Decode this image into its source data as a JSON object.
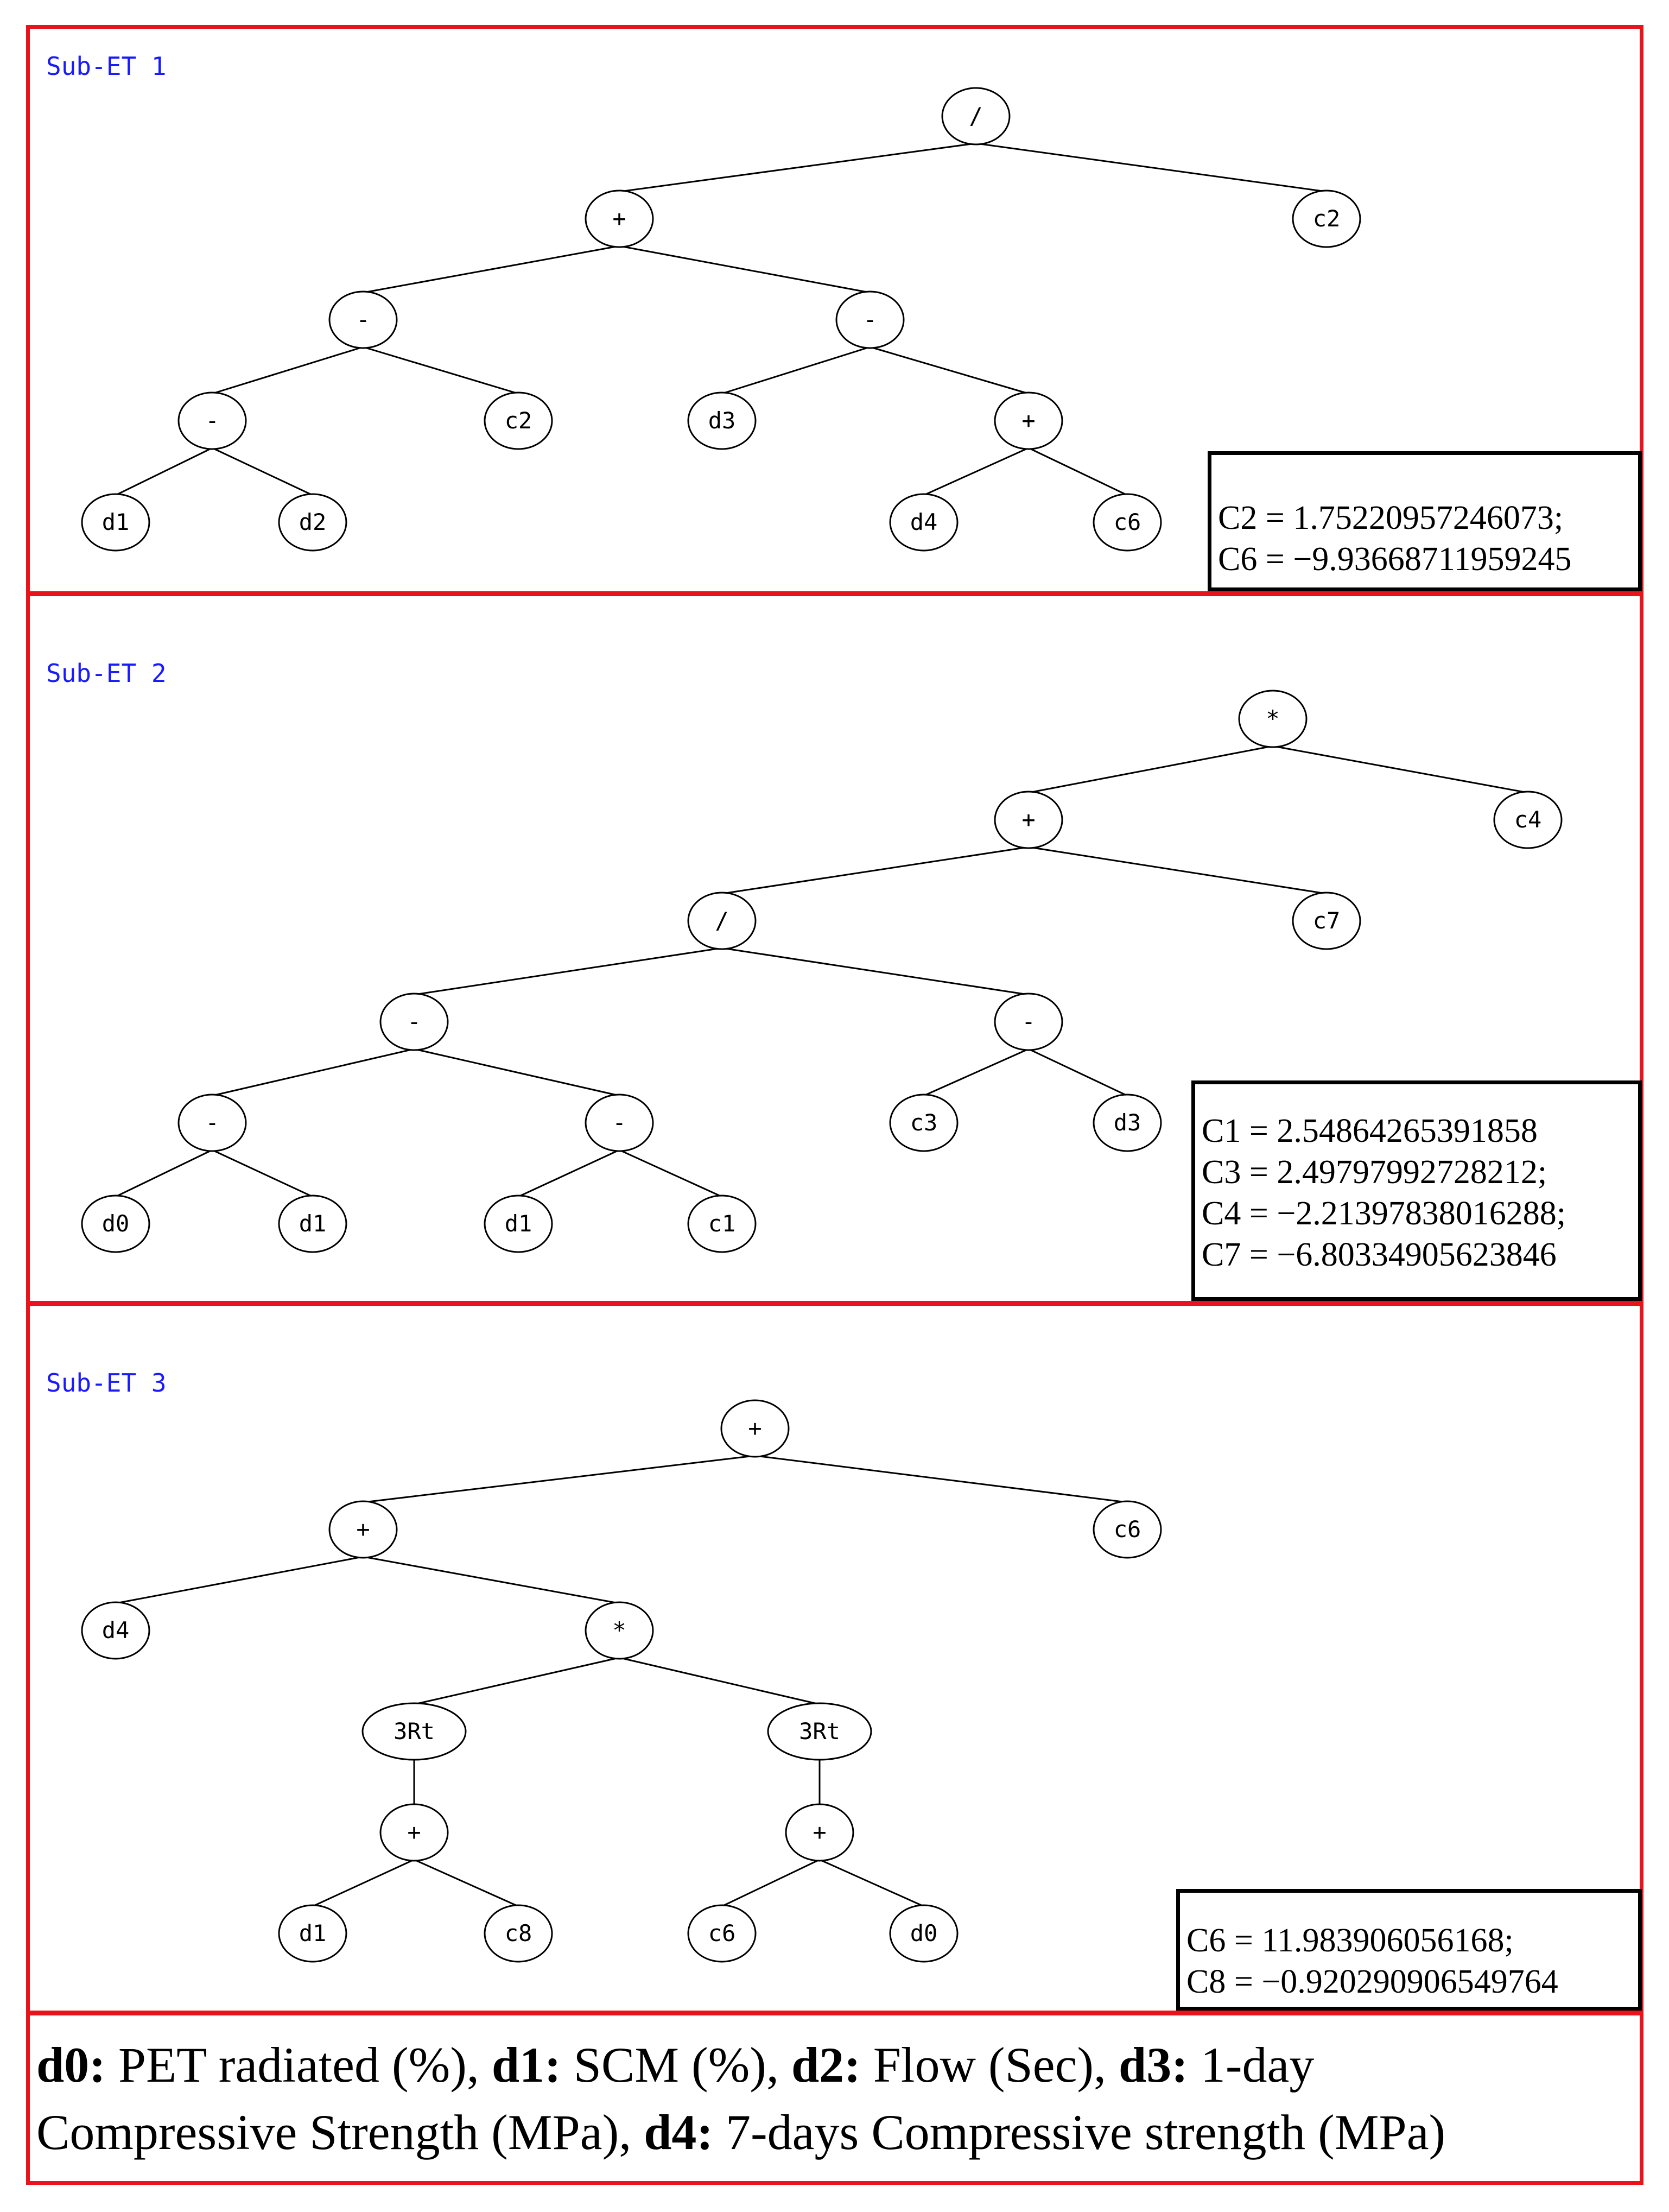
{
  "panels": [
    {
      "label": "Sub-ET 1",
      "constants": [
        "C2 = 1.75220957246073;",
        "C6 = −9.93668711959245"
      ],
      "nodes": [
        {
          "id": "n1",
          "label": "/"
        },
        {
          "id": "n2",
          "label": "+"
        },
        {
          "id": "n3",
          "label": "c2"
        },
        {
          "id": "n4",
          "label": "-"
        },
        {
          "id": "n5",
          "label": "-"
        },
        {
          "id": "n6",
          "label": "-"
        },
        {
          "id": "n7",
          "label": "c2"
        },
        {
          "id": "n8",
          "label": "d3"
        },
        {
          "id": "n9",
          "label": "+"
        },
        {
          "id": "n10",
          "label": "d1"
        },
        {
          "id": "n11",
          "label": "d2"
        },
        {
          "id": "n12",
          "label": "d4"
        },
        {
          "id": "n13",
          "label": "c6"
        }
      ],
      "edges": [
        [
          "n1",
          "n2"
        ],
        [
          "n1",
          "n3"
        ],
        [
          "n2",
          "n4"
        ],
        [
          "n2",
          "n5"
        ],
        [
          "n4",
          "n6"
        ],
        [
          "n4",
          "n7"
        ],
        [
          "n5",
          "n8"
        ],
        [
          "n5",
          "n9"
        ],
        [
          "n6",
          "n10"
        ],
        [
          "n6",
          "n11"
        ],
        [
          "n9",
          "n12"
        ],
        [
          "n9",
          "n13"
        ]
      ]
    },
    {
      "label": "Sub-ET 2",
      "constants": [
        "C1 = 2.54864265391858",
        "C3 = 2.49797992728212;",
        "C4 = −2.21397838016288;",
        "C7 = −6.80334905623846"
      ],
      "nodes": [
        {
          "id": "n1",
          "label": "*"
        },
        {
          "id": "n2",
          "label": "+"
        },
        {
          "id": "n3",
          "label": "c4"
        },
        {
          "id": "n4",
          "label": "/"
        },
        {
          "id": "n5",
          "label": "c7"
        },
        {
          "id": "n6",
          "label": "-"
        },
        {
          "id": "n7",
          "label": "-"
        },
        {
          "id": "n8",
          "label": "-"
        },
        {
          "id": "n9",
          "label": "-"
        },
        {
          "id": "n10",
          "label": "c3"
        },
        {
          "id": "n11",
          "label": "d3"
        },
        {
          "id": "n12",
          "label": "d0"
        },
        {
          "id": "n13",
          "label": "d1"
        },
        {
          "id": "n14",
          "label": "d1"
        },
        {
          "id": "n15",
          "label": "c1"
        }
      ],
      "edges": [
        [
          "n1",
          "n2"
        ],
        [
          "n1",
          "n3"
        ],
        [
          "n2",
          "n4"
        ],
        [
          "n2",
          "n5"
        ],
        [
          "n4",
          "n6"
        ],
        [
          "n4",
          "n7"
        ],
        [
          "n6",
          "n8"
        ],
        [
          "n6",
          "n9"
        ],
        [
          "n7",
          "n10"
        ],
        [
          "n7",
          "n11"
        ],
        [
          "n8",
          "n12"
        ],
        [
          "n8",
          "n13"
        ],
        [
          "n9",
          "n14"
        ],
        [
          "n9",
          "n15"
        ]
      ]
    },
    {
      "label": "Sub-ET 3",
      "constants": [
        "C6 = 11.983906056168;",
        "C8 = −0.920290906549764"
      ],
      "nodes": [
        {
          "id": "n1",
          "label": "+"
        },
        {
          "id": "n2",
          "label": "+"
        },
        {
          "id": "n3",
          "label": "c6"
        },
        {
          "id": "n4",
          "label": "d4"
        },
        {
          "id": "n5",
          "label": "*"
        },
        {
          "id": "n6",
          "label": "3Rt"
        },
        {
          "id": "n7",
          "label": "3Rt"
        },
        {
          "id": "n8",
          "label": "+"
        },
        {
          "id": "n9",
          "label": "+"
        },
        {
          "id": "n10",
          "label": "d1"
        },
        {
          "id": "n11",
          "label": "c8"
        },
        {
          "id": "n12",
          "label": "c6"
        },
        {
          "id": "n13",
          "label": "d0"
        }
      ],
      "edges": [
        [
          "n1",
          "n2"
        ],
        [
          "n1",
          "n3"
        ],
        [
          "n2",
          "n4"
        ],
        [
          "n2",
          "n5"
        ],
        [
          "n5",
          "n6"
        ],
        [
          "n5",
          "n7"
        ],
        [
          "n6",
          "n8"
        ],
        [
          "n7",
          "n9"
        ],
        [
          "n8",
          "n10"
        ],
        [
          "n8",
          "n11"
        ],
        [
          "n9",
          "n12"
        ],
        [
          "n9",
          "n13"
        ]
      ]
    }
  ],
  "legend": {
    "d0_key": "d0:",
    "d0_text": " PET radiated (%), ",
    "d1_key": "d1:",
    "d1_text": " SCM (%), ",
    "d2_key": "d2:",
    "d2_text": " Flow (Sec), ",
    "d3_key": "d3:",
    "d3_text": " 1-day",
    "line2_text": "Compressive  Strength (MPa), ",
    "d4_key": "d4:",
    "d4_text": " 7-days Compressive  strength (MPa)"
  }
}
